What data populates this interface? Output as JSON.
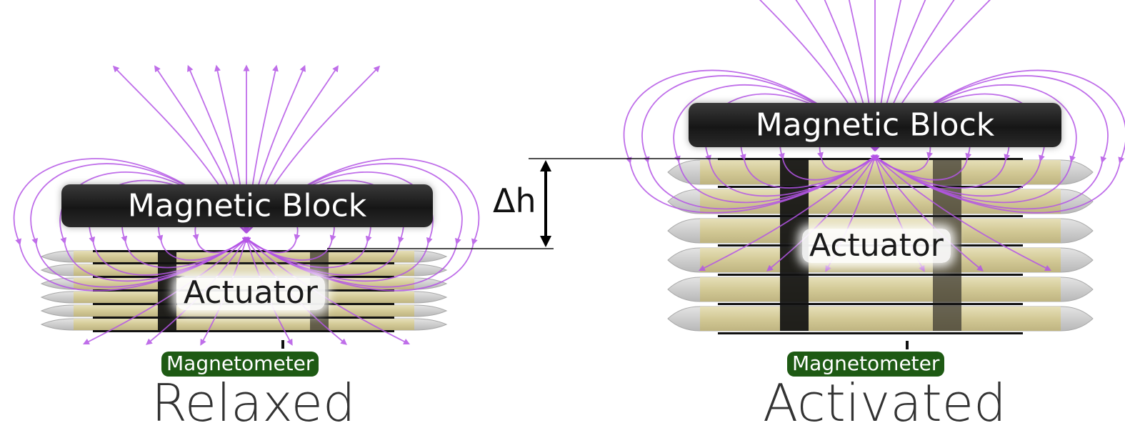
{
  "panels": {
    "relaxed": {
      "title": "Relaxed",
      "block_label": "Magnetic Block",
      "actuator_label": "Actuator",
      "sensor_label": "Magnetometer"
    },
    "activated": {
      "title": "Activated",
      "block_label": "Magnetic Block",
      "actuator_label": "Actuator",
      "sensor_label": "Magnetometer"
    }
  },
  "annotation": {
    "delta_label": "Δh"
  },
  "colors": {
    "field_line": "#b455e6",
    "block": "#1c1c1c",
    "layer_fill": "#d8cf9e",
    "layer_cap": "#cfcfcf",
    "sensor_badge": "#1e5a14",
    "title_text": "#333333"
  }
}
